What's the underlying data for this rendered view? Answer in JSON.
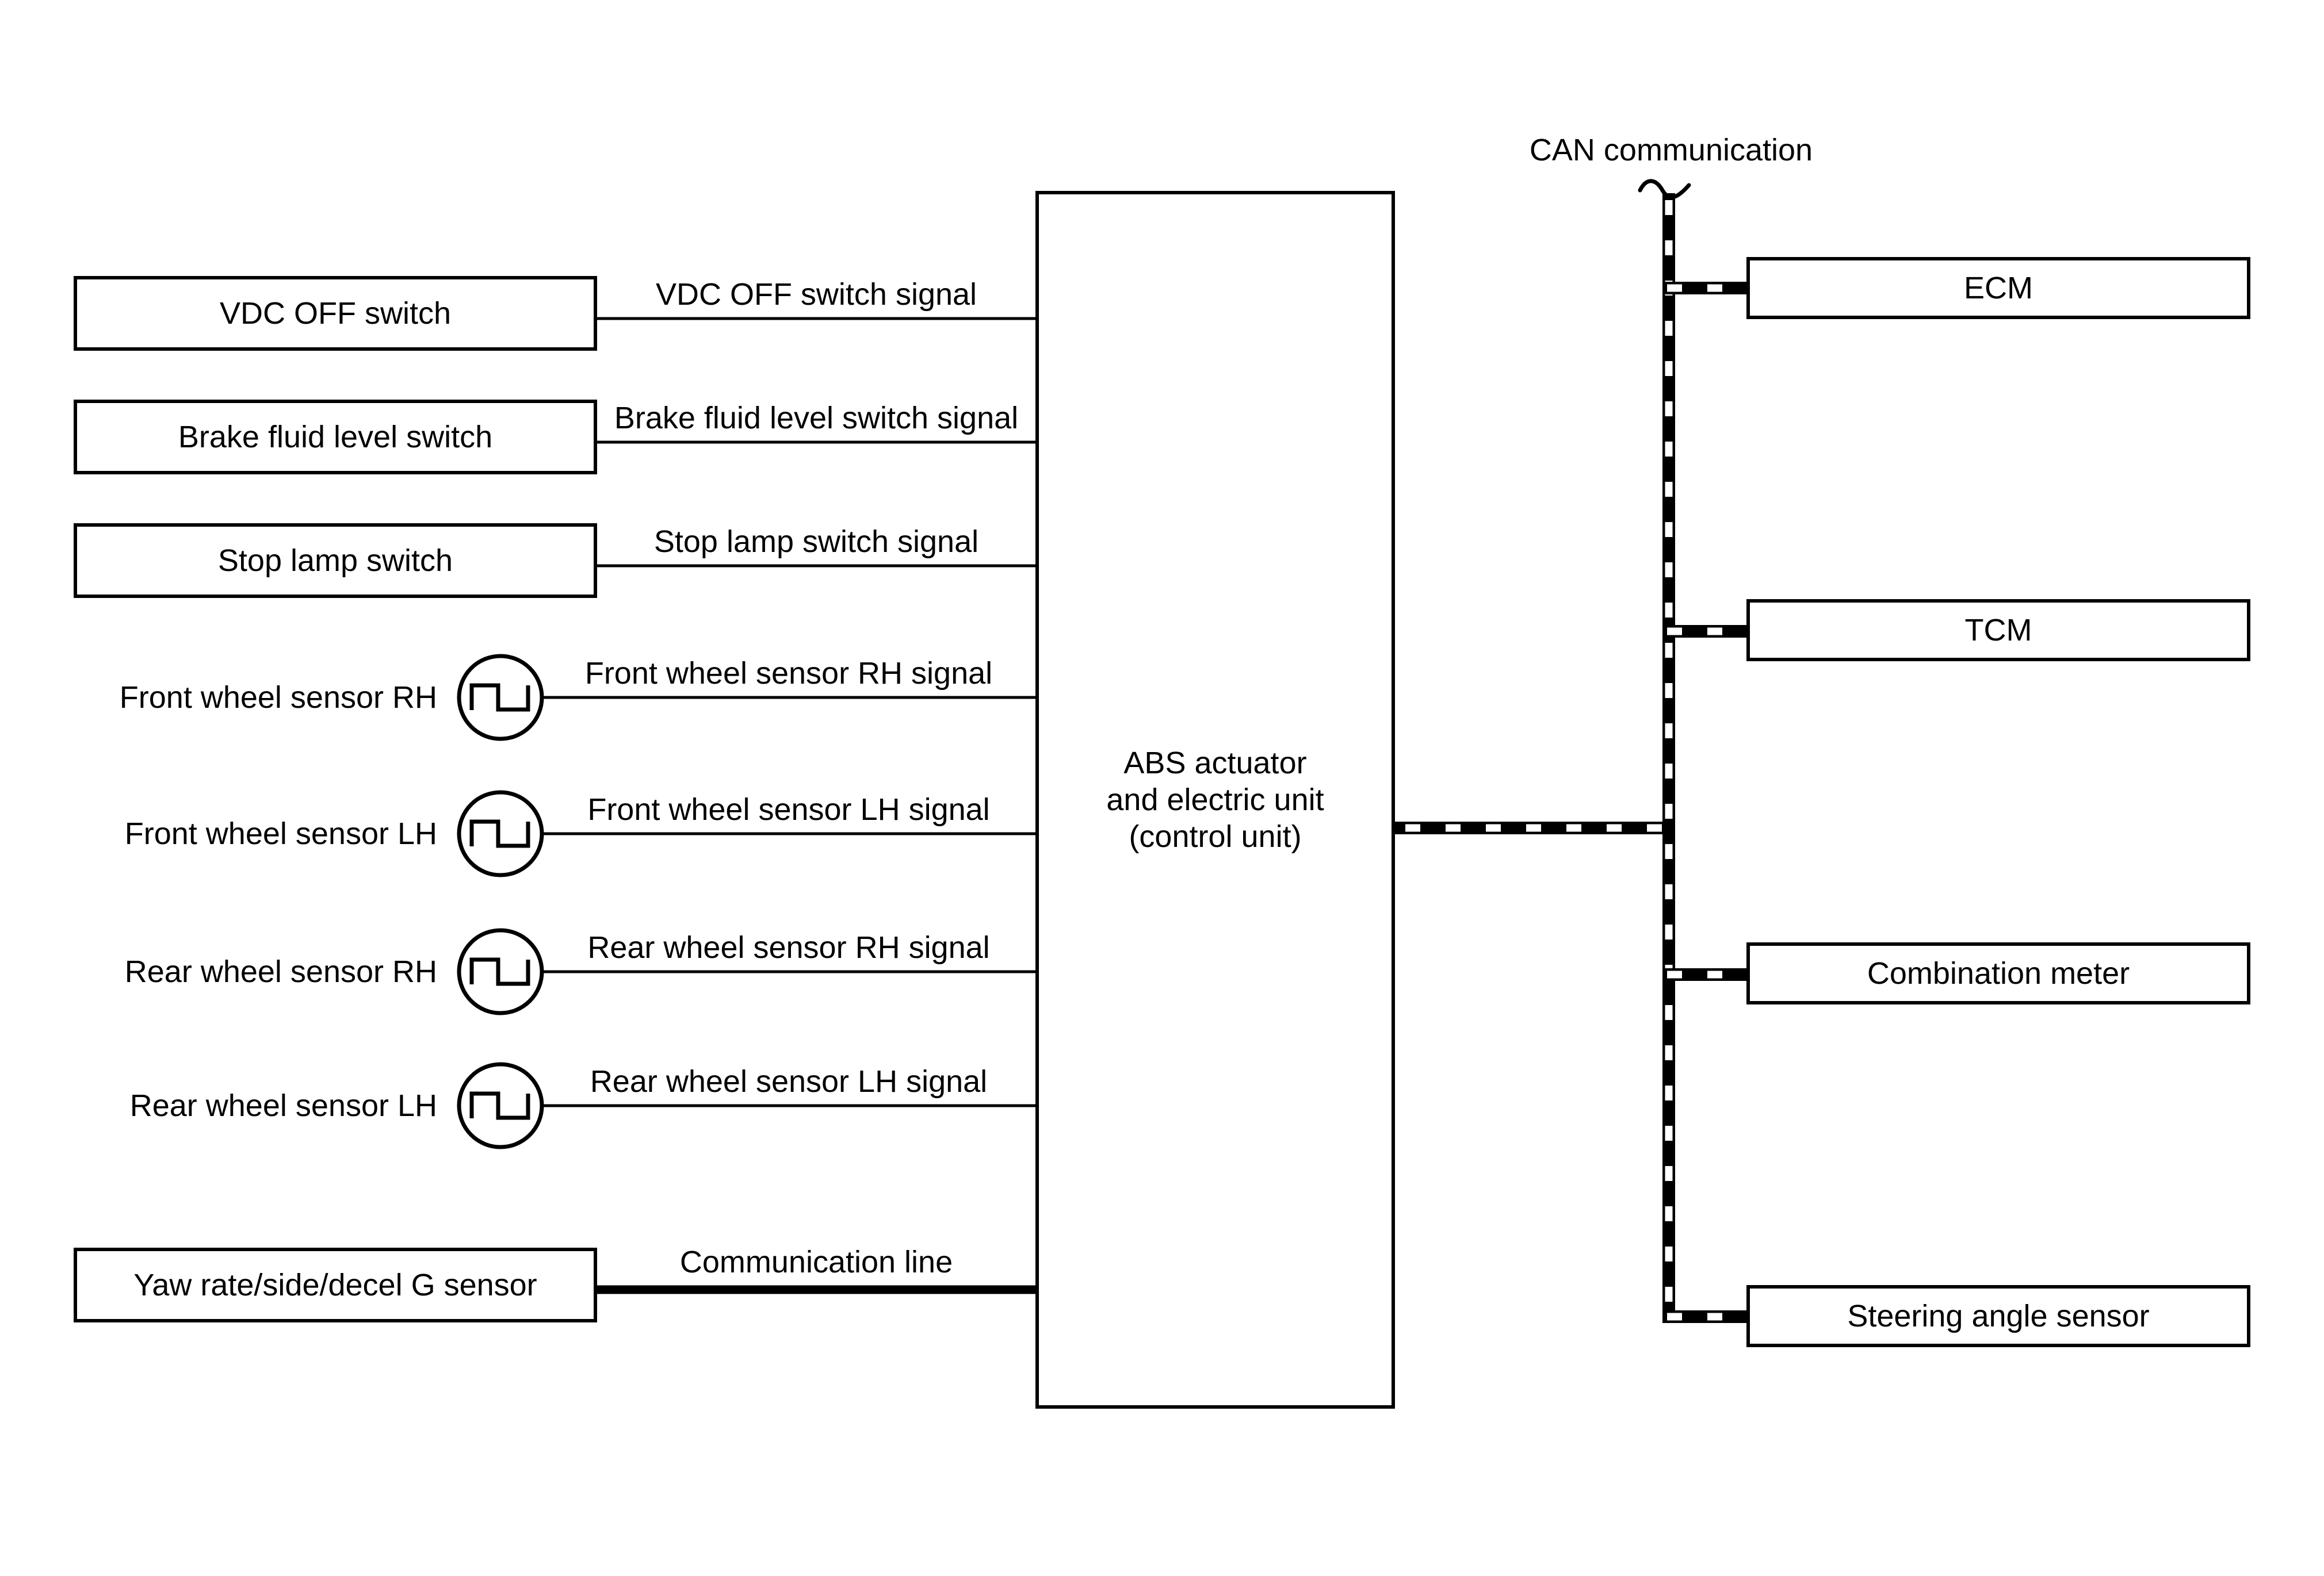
{
  "diagram_title": "CAN communication",
  "colors": {
    "ink": "#000000",
    "background": "#ffffff"
  },
  "left_inputs": [
    {
      "label": "VDC OFF switch",
      "signal": "VDC OFF switch signal",
      "kind": "boxed-switch"
    },
    {
      "label": "Brake fluid level switch",
      "signal": "Brake fluid level switch signal",
      "kind": "boxed-switch"
    },
    {
      "label": "Stop lamp switch",
      "signal": "Stop lamp switch signal",
      "kind": "boxed-switch"
    },
    {
      "label": "Front wheel sensor RH",
      "signal": "Front wheel sensor RH signal",
      "kind": "pulse-sensor"
    },
    {
      "label": "Front wheel sensor LH",
      "signal": "Front wheel sensor LH signal",
      "kind": "pulse-sensor"
    },
    {
      "label": "Rear wheel sensor RH",
      "signal": "Rear wheel sensor RH signal",
      "kind": "pulse-sensor"
    },
    {
      "label": "Rear wheel sensor LH",
      "signal": "Rear wheel sensor LH signal",
      "kind": "pulse-sensor"
    },
    {
      "label": "Yaw rate/side/decel G sensor",
      "signal": "Communication line",
      "kind": "boxed-thick-line"
    }
  ],
  "control_unit": {
    "line1": "ABS actuator",
    "line2": "and electric unit",
    "line3": "(control unit)"
  },
  "can_bus": {
    "label": "CAN communication",
    "style": "black-white checkered bus",
    "nodes": [
      "ECM",
      "TCM",
      "Combination meter",
      "Steering angle sensor"
    ]
  },
  "icons": {
    "sensor_icon": "square-wave-icon",
    "bus_break_icon": "tilde-break-icon"
  }
}
